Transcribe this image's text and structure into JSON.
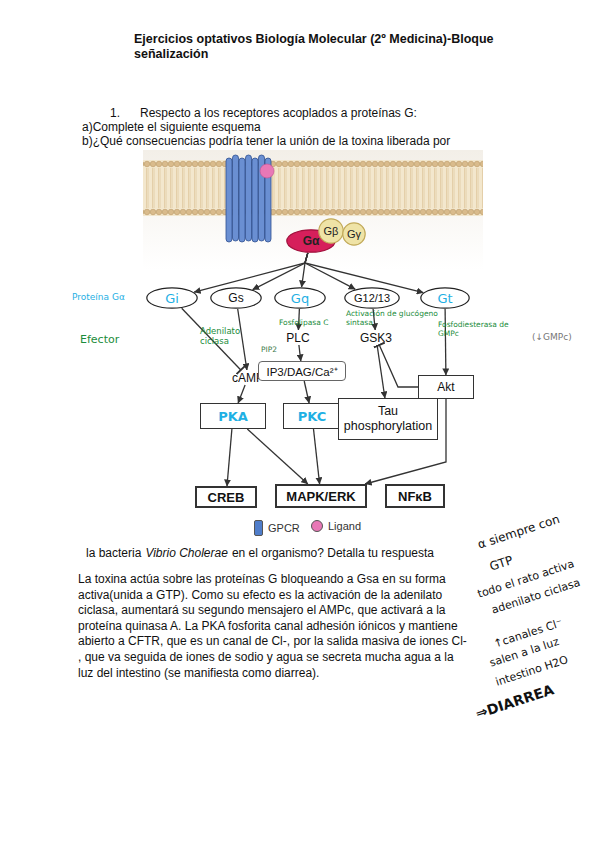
{
  "diagram": {
    "title": "Ejercicios optativos Biología Molecular (2º Medicina)-Bloque señalización",
    "nodes": [
      {
        "text": [
          "Gα"
        ]
      },
      {
        "text": [
          "Gβ"
        ]
      },
      {
        "text": [
          "Gγ"
        ]
      },
      {
        "text": [
          "Gi"
        ]
      },
      {
        "text": [
          "Gs"
        ]
      },
      {
        "text": [
          "Gq"
        ]
      },
      {
        "text": [
          "G12/13"
        ]
      },
      {
        "text": [
          "Gt"
        ]
      },
      {
        "text": [
          "PLC"
        ]
      },
      {
        "text": [
          "GSK3"
        ]
      },
      {
        "text": [
          "cAMP"
        ]
      },
      {
        "text": [
          "IP3/DAG/Ca²⁺"
        ]
      },
      {
        "text": [
          "Akt"
        ]
      },
      {
        "text": [
          "PKA"
        ]
      },
      {
        "text": [
          "PKC"
        ]
      },
      {
        "text": [
          "Tau phosphorylation"
        ]
      },
      {
        "text": [
          "CREB"
        ]
      },
      {
        "text": [
          "MAPK/ERK"
        ]
      },
      {
        "text": [
          "NFκB"
        ]
      }
    ],
    "edges": [
      {
        "from": 0,
        "to": 3,
        "arrow": "to"
      },
      {
        "from": 0,
        "to": 4,
        "arrow": "to"
      },
      {
        "from": 0,
        "to": 5,
        "arrow": "to"
      },
      {
        "from": 0,
        "to": 6,
        "arrow": "to"
      },
      {
        "from": 0,
        "to": 7,
        "arrow": "to"
      },
      {
        "from": 3,
        "to": 10,
        "arrow": "to"
      },
      {
        "from": 4,
        "to": 10,
        "arrow": "to"
      },
      {
        "from": 5,
        "to": 8,
        "arrow": "to"
      },
      {
        "from": 6,
        "to": 9,
        "arrow": "to"
      },
      {
        "from": 7,
        "to": 12,
        "arrow": "to"
      },
      {
        "from": 12,
        "to": 9,
        "arrow": "to"
      },
      {
        "from": 9,
        "to": 15,
        "arrow": "to"
      },
      {
        "from": 10,
        "to": 13,
        "arrow": "to"
      },
      {
        "from": 8,
        "to": 11,
        "arrow": "to"
      },
      {
        "from": 11,
        "to": 14,
        "arrow": "to"
      },
      {
        "from": 13,
        "to": 16,
        "arrow": "to"
      },
      {
        "from": 13,
        "to": 17,
        "arrow": "to"
      },
      {
        "from": 14,
        "to": 17,
        "arrow": "to"
      },
      {
        "from": 12,
        "to": 17,
        "arrow": "to"
      }
    ],
    "labels": [
      "1.",
      "Respecto a los receptores acoplados a proteínas G:",
      "a)Complete el siguiente esquema",
      "b)¿Qué consecuencias podría tener la unión de la toxina liberada por",
      "Proteína Gα",
      "Efector",
      "Adenilato ciclasa",
      "PIP2",
      "Fosfolipasa C",
      "Activación de glucógeno sintasa",
      "Fosfodiesterasa de GMPc",
      "(↓GMPc)",
      "la bacteria",
      "Vibrio Cholerae",
      "en el organismo? Detalla tu respuesta",
      "La toxina actúa sobre las proteínas G bloqueando a Gsa en su forma activa(unida a GTP). Como su efecto es la activación de la adenilato ciclasa, aumentará su segundo mensajero el AMPc, que activará a la proteína quinasa A. La PKA fosforita canal adhesión iónicos y mantiene abierto a CFTR, que es un canal de Cl-, por la salida masiva de iones Cl- , que va seguida de iones de sodio y agua se secreta mucha agua a la luz del intestino (se manifiesta como diarrea).",
      "α siempre con",
      "GTP",
      "todo el rato activa",
      "adenilato ciclasa",
      "↑canales Cl⁻",
      "salen a la luz",
      "intestino H2O",
      "⇒DIARREA"
    ],
    "legend": [
      {
        "text": "GPCR",
        "color": "#4f7dca"
      },
      {
        "text": "Ligand",
        "color": "#e878b6"
      }
    ]
  }
}
